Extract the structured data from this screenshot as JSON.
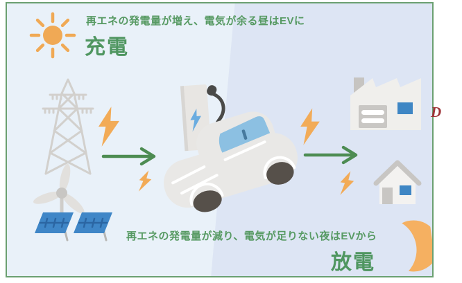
{
  "top_section": {
    "caption": "再エネの発電量が増え、電気が余る昼はEVに",
    "keyword": "充電"
  },
  "bottom_section": {
    "caption": "再エネの発電量が減り、電気が足りない夜はEVから",
    "keyword": "放電"
  },
  "annotation": {
    "red_mark": "D"
  },
  "colors": {
    "frame_border_green": "#6ba071",
    "background_left": "#e9f1f9",
    "background_right": "#dde5f4",
    "caption_green": "#579a63",
    "keyword_green": "#4f9660",
    "accent_orange": "#f2ab57",
    "arrow_green": "#4d8c52",
    "panel_blue": "#3f86c7",
    "window_blue": "#3e86c4",
    "car_window_blue": "#8cc0e2",
    "station_bolt_blue": "#6aace0",
    "icon_gray": "#d2d0cd",
    "building_gray": "#c9c7c4",
    "car_body_gray": "#e9e8e6",
    "wheel_dark": "#56504a",
    "cable_dark": "#4a4a48",
    "moon_orange": "#f5b061",
    "red_mark_color": "#9e3338"
  },
  "icons": {
    "sun": "sun-icon",
    "transmission_tower": "transmission-tower-icon",
    "wind_turbine": "wind-turbine-icon",
    "solar_panels": "solar-panels-icon",
    "lightning_bolts": "lightning-bolt-icon",
    "arrows": "arrow-right-icon",
    "charging_station": "ev-charging-station-icon",
    "electric_car": "electric-car-icon",
    "factory": "factory-icon",
    "house": "house-icon",
    "moon": "crescent-moon-icon"
  }
}
